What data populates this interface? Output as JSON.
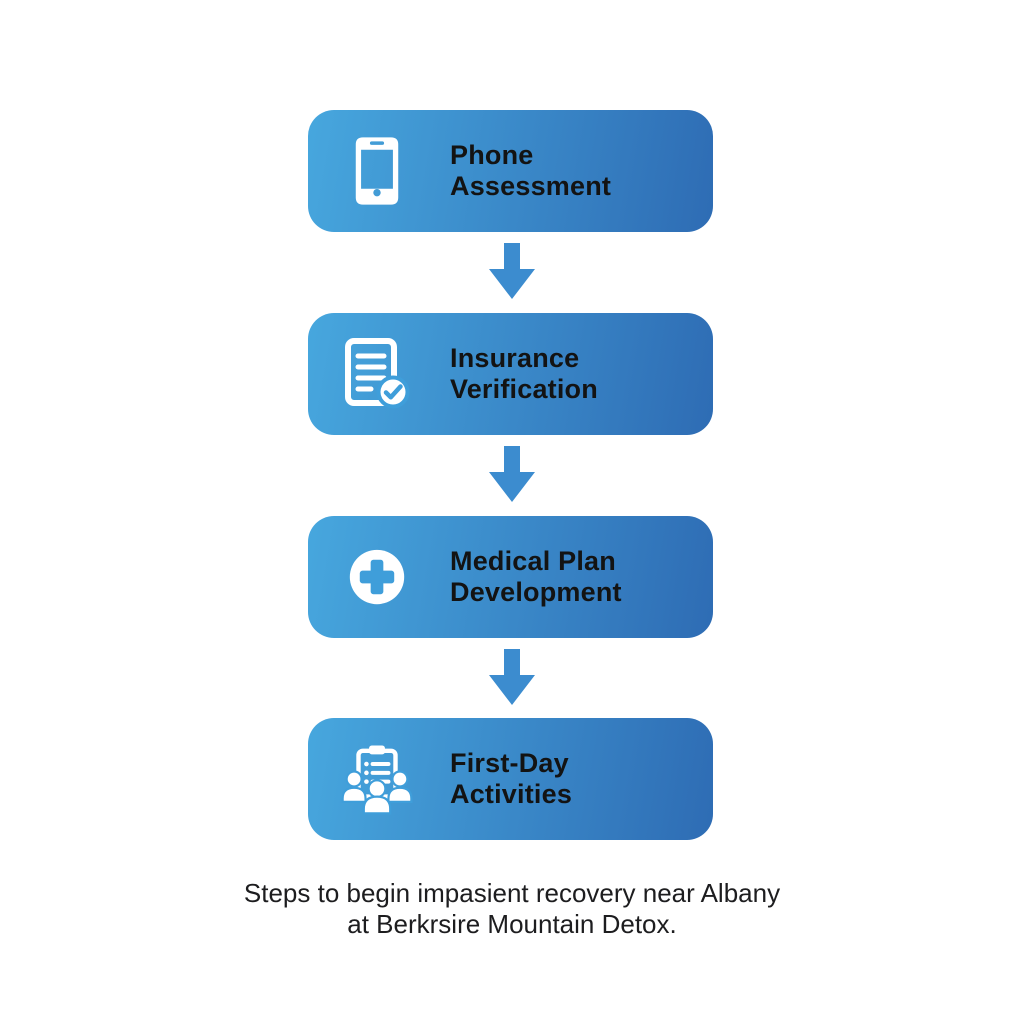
{
  "flow": {
    "steps": [
      {
        "label": "Phone\nAssessment",
        "icon": "smartphone-icon"
      },
      {
        "label": "Insurance\nVerification",
        "icon": "document-check-icon"
      },
      {
        "label": "Medical Plan\nDevelopment",
        "icon": "medical-cross-icon"
      },
      {
        "label": "First-Day\nActivities",
        "icon": "people-clipboard-icon"
      }
    ],
    "caption": "Steps to begin impasient recovery near Albany\nat Berkrsire Mountain Detox."
  },
  "colors": {
    "background": "#ffffff",
    "block_gradient_start": "#47a7de",
    "block_gradient_end": "#2e6cb4",
    "block_text": "#131313",
    "arrow": "#3c8ccf",
    "icon": "#ffffff",
    "icon_accent": "#3f9eda",
    "caption_text": "#1d1d1f"
  }
}
